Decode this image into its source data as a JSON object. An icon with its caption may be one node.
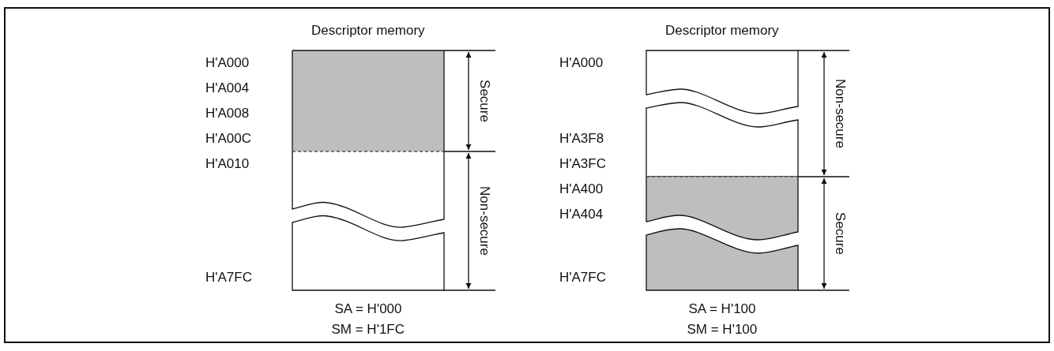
{
  "diagram": {
    "labels": [
      "Descriptor memory",
      "H'A000",
      "H'A004",
      "H'A008",
      "H'A00C",
      "H'A010",
      "H'A7FC",
      "Secure",
      "Non-secure",
      "SA = H'000",
      "SM = H'1FC",
      "Descriptor memory",
      "H'A000",
      "H'A3F8",
      "H'A3FC",
      "H'A400",
      "H'A404",
      "H'A7FC",
      "Non-secure",
      "Secure",
      "SA = H'100",
      "SM = H'100"
    ]
  }
}
